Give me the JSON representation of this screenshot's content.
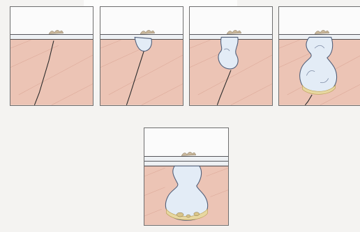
{
  "figure": {
    "panel_count": 5,
    "stages": [
      {
        "panel": 1,
        "depicts": "pore-opening-with-crack"
      },
      {
        "panel": 2,
        "depicts": "small-bulge-forming"
      },
      {
        "panel": 3,
        "depicts": "cavity-growing-downward"
      },
      {
        "panel": 4,
        "depicts": "large-flask-shaped-cavity"
      },
      {
        "panel": 5,
        "depicts": "flask-cavity-with-sediment"
      }
    ],
    "colors": {
      "frame": "#6e6e6e",
      "paper": "#f4f3f1",
      "skin_tissue": "#ecc4b5",
      "skin_line": "#c07868",
      "surface_layer": "#eef1f4",
      "cavity_fill": "#e3ecf6",
      "cavity_outline": "#4f5e79",
      "debris": "#e7d7a0",
      "crack": "#2a2a2a"
    }
  }
}
